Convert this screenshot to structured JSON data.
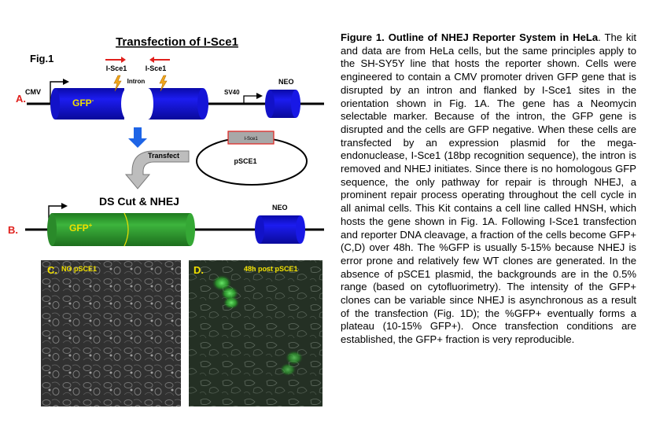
{
  "figure": {
    "title": "Transfection of I-Sce1",
    "fig_label": "Fig.1",
    "panel_a": {
      "letter": "A.",
      "cmv": "CMV",
      "site_label_1": "I-Sce1",
      "site_label_2": "I-Sce1",
      "intron": "Intron",
      "gfp_minus": "GFP",
      "gfp_minus_sup": "-",
      "sv40": "SV40",
      "neo": "NEO"
    },
    "transfect": {
      "label": "Transfect",
      "plasmid_name": "pSCE1",
      "plasmid_insert": "I-Sce1"
    },
    "panel_b": {
      "letter": "B.",
      "heading": "DS Cut  & NHEJ",
      "gfp_plus": "GFP",
      "gfp_plus_sup": "+",
      "neo": "NEO"
    },
    "panel_c": {
      "letter": "C.",
      "label": "NO pSCE1"
    },
    "panel_d": {
      "letter": "D.",
      "label": "48h post pSCE1"
    },
    "colors": {
      "blue": "#1212e0",
      "green": "#2f9a2f",
      "red": "#e0201c",
      "yellow_label": "#f0e000",
      "arrow_blue": "#1e64e6",
      "grey_arrow": "#bdbdbd",
      "gfp_glow": "#3cc43c"
    }
  },
  "caption": {
    "heading": "Figure 1.  Outline of NHEJ Reporter System in HeLa",
    "lines": [
      "The kit and data are from HeLa cells, but the same",
      "principles apply to the SH-SY5Y line that hosts the",
      "reporter shown. Cells were engineered to contain a CMV",
      "promoter driven GFP gene that is disrupted by an intron",
      "and flanked by I-Sce1 sites in the orientation shown in",
      "Fig. 1A.  The gene has a Neomycin selectable marker.",
      "Because of the intron, the GFP gene is disrupted and",
      "the cells are GFP negative.   When these cells are",
      "transfected by an expression plasmid for the mega-",
      "endonuclease, I-Sce1 (18bp recognition sequence), the",
      "intron is removed and NHEJ initiates.  Since there is no",
      "homologous GFP sequence, the only pathway for repair",
      "is through NHEJ, a prominent repair process operating",
      "throughout the cell cycle in all animal cells.   This Kit",
      "contains a cell line called HNSH, which hosts the gene",
      "shown in Fig. 1A. Following I-Sce1 transfection and",
      "reporter DNA cleavage, a fraction of the cells become",
      "GFP+ (C,D) over 48h.   The %GFP is usually 5-15%",
      "because NHEJ is error prone and relatively few WT",
      "clones are generated.    In the absence of pSCE1",
      "plasmid, the backgrounds are in the 0.5% range (based",
      "on cytofluorimetry).  The intensity of the GFP+ clones",
      "can be variable since NHEJ is asynchronous as a result",
      "of the transfection (Fig. 1D); the %GFP+ eventually",
      "forms a plateau (10-15% GFP+).   Once transfection",
      "conditions are established, the GFP+ fraction is very",
      "reproducible."
    ]
  }
}
